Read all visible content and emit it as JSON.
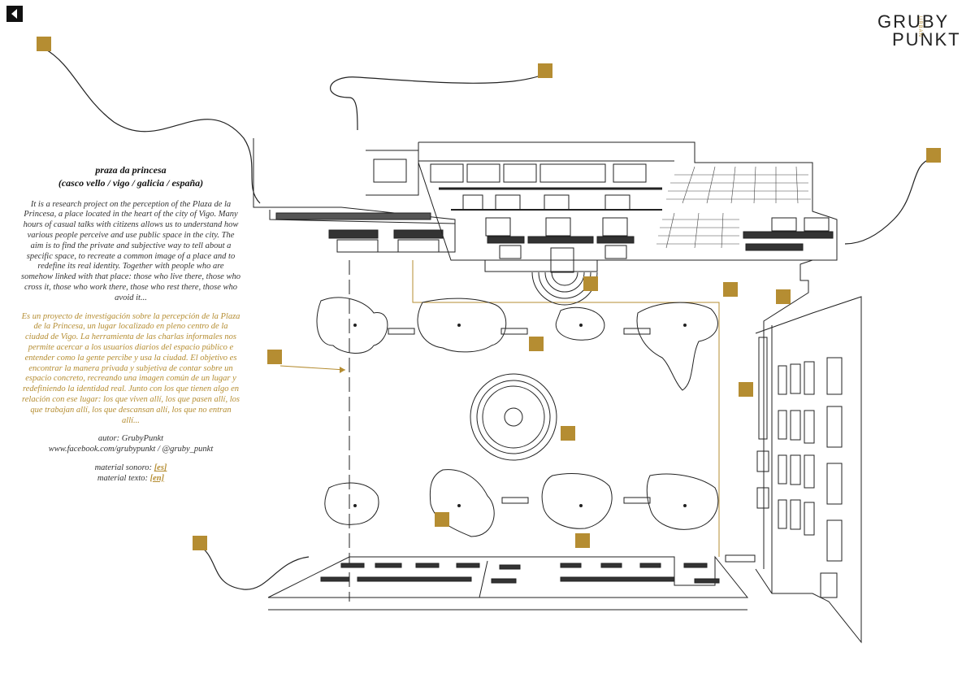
{
  "nav": {
    "back_icon": "back-arrow-icon"
  },
  "logo": {
    "line1": "GRUBY",
    "line2": "PUNKT",
    "small": "URBAN"
  },
  "description": {
    "title_line1": "praza da princesa",
    "title_line2": "(casco vello / vigo / galicia / españa)",
    "english": "It is a research project on the perception of the Plaza de la Princesa, a place located in the heart of the city of Vigo. Many hours of casual talks with citizens allows us to understand how various people perceive and use public space in the city. The aim is to find the private and subjective way to tell about a specific space, to recreate a common image of a place and to redefine its real identity. Together with people who are somehow linked with that place: those who live there, those who cross it, those who work there, those who rest there, those who avoid it...",
    "spanish": "Es un proyecto de investigación sobre la percepción de la Plaza de la Princesa, un lugar localizado en pleno centro de la ciudad de Vigo. La herramienta de las charlas informales nos permite acercar a los usuarios diarios del espacio público e entender como la gente percibe y usa la ciudad. El objetivo es encontrar la manera privada y subjetiva de contar sobre un espacio concreto, recreando una imagen común de un lugar y redefiniendo la identidad real. Junto con los que tienen algo en relación con ese lugar: los que viven allí, los que pasen allí, los que trabajan allí, los que descansan allí, los que no entran allí...",
    "author": "autor: GrubyPunkt",
    "social": "www.facebook.com/grubypunkt / @gruby_punkt",
    "sound_label": "material sonoro:",
    "sound_link": "[es]",
    "text_label": "material texto:",
    "text_link": "[en]"
  },
  "colors": {
    "accent": "#b58d32",
    "line": "#222222",
    "background": "#ffffff"
  }
}
